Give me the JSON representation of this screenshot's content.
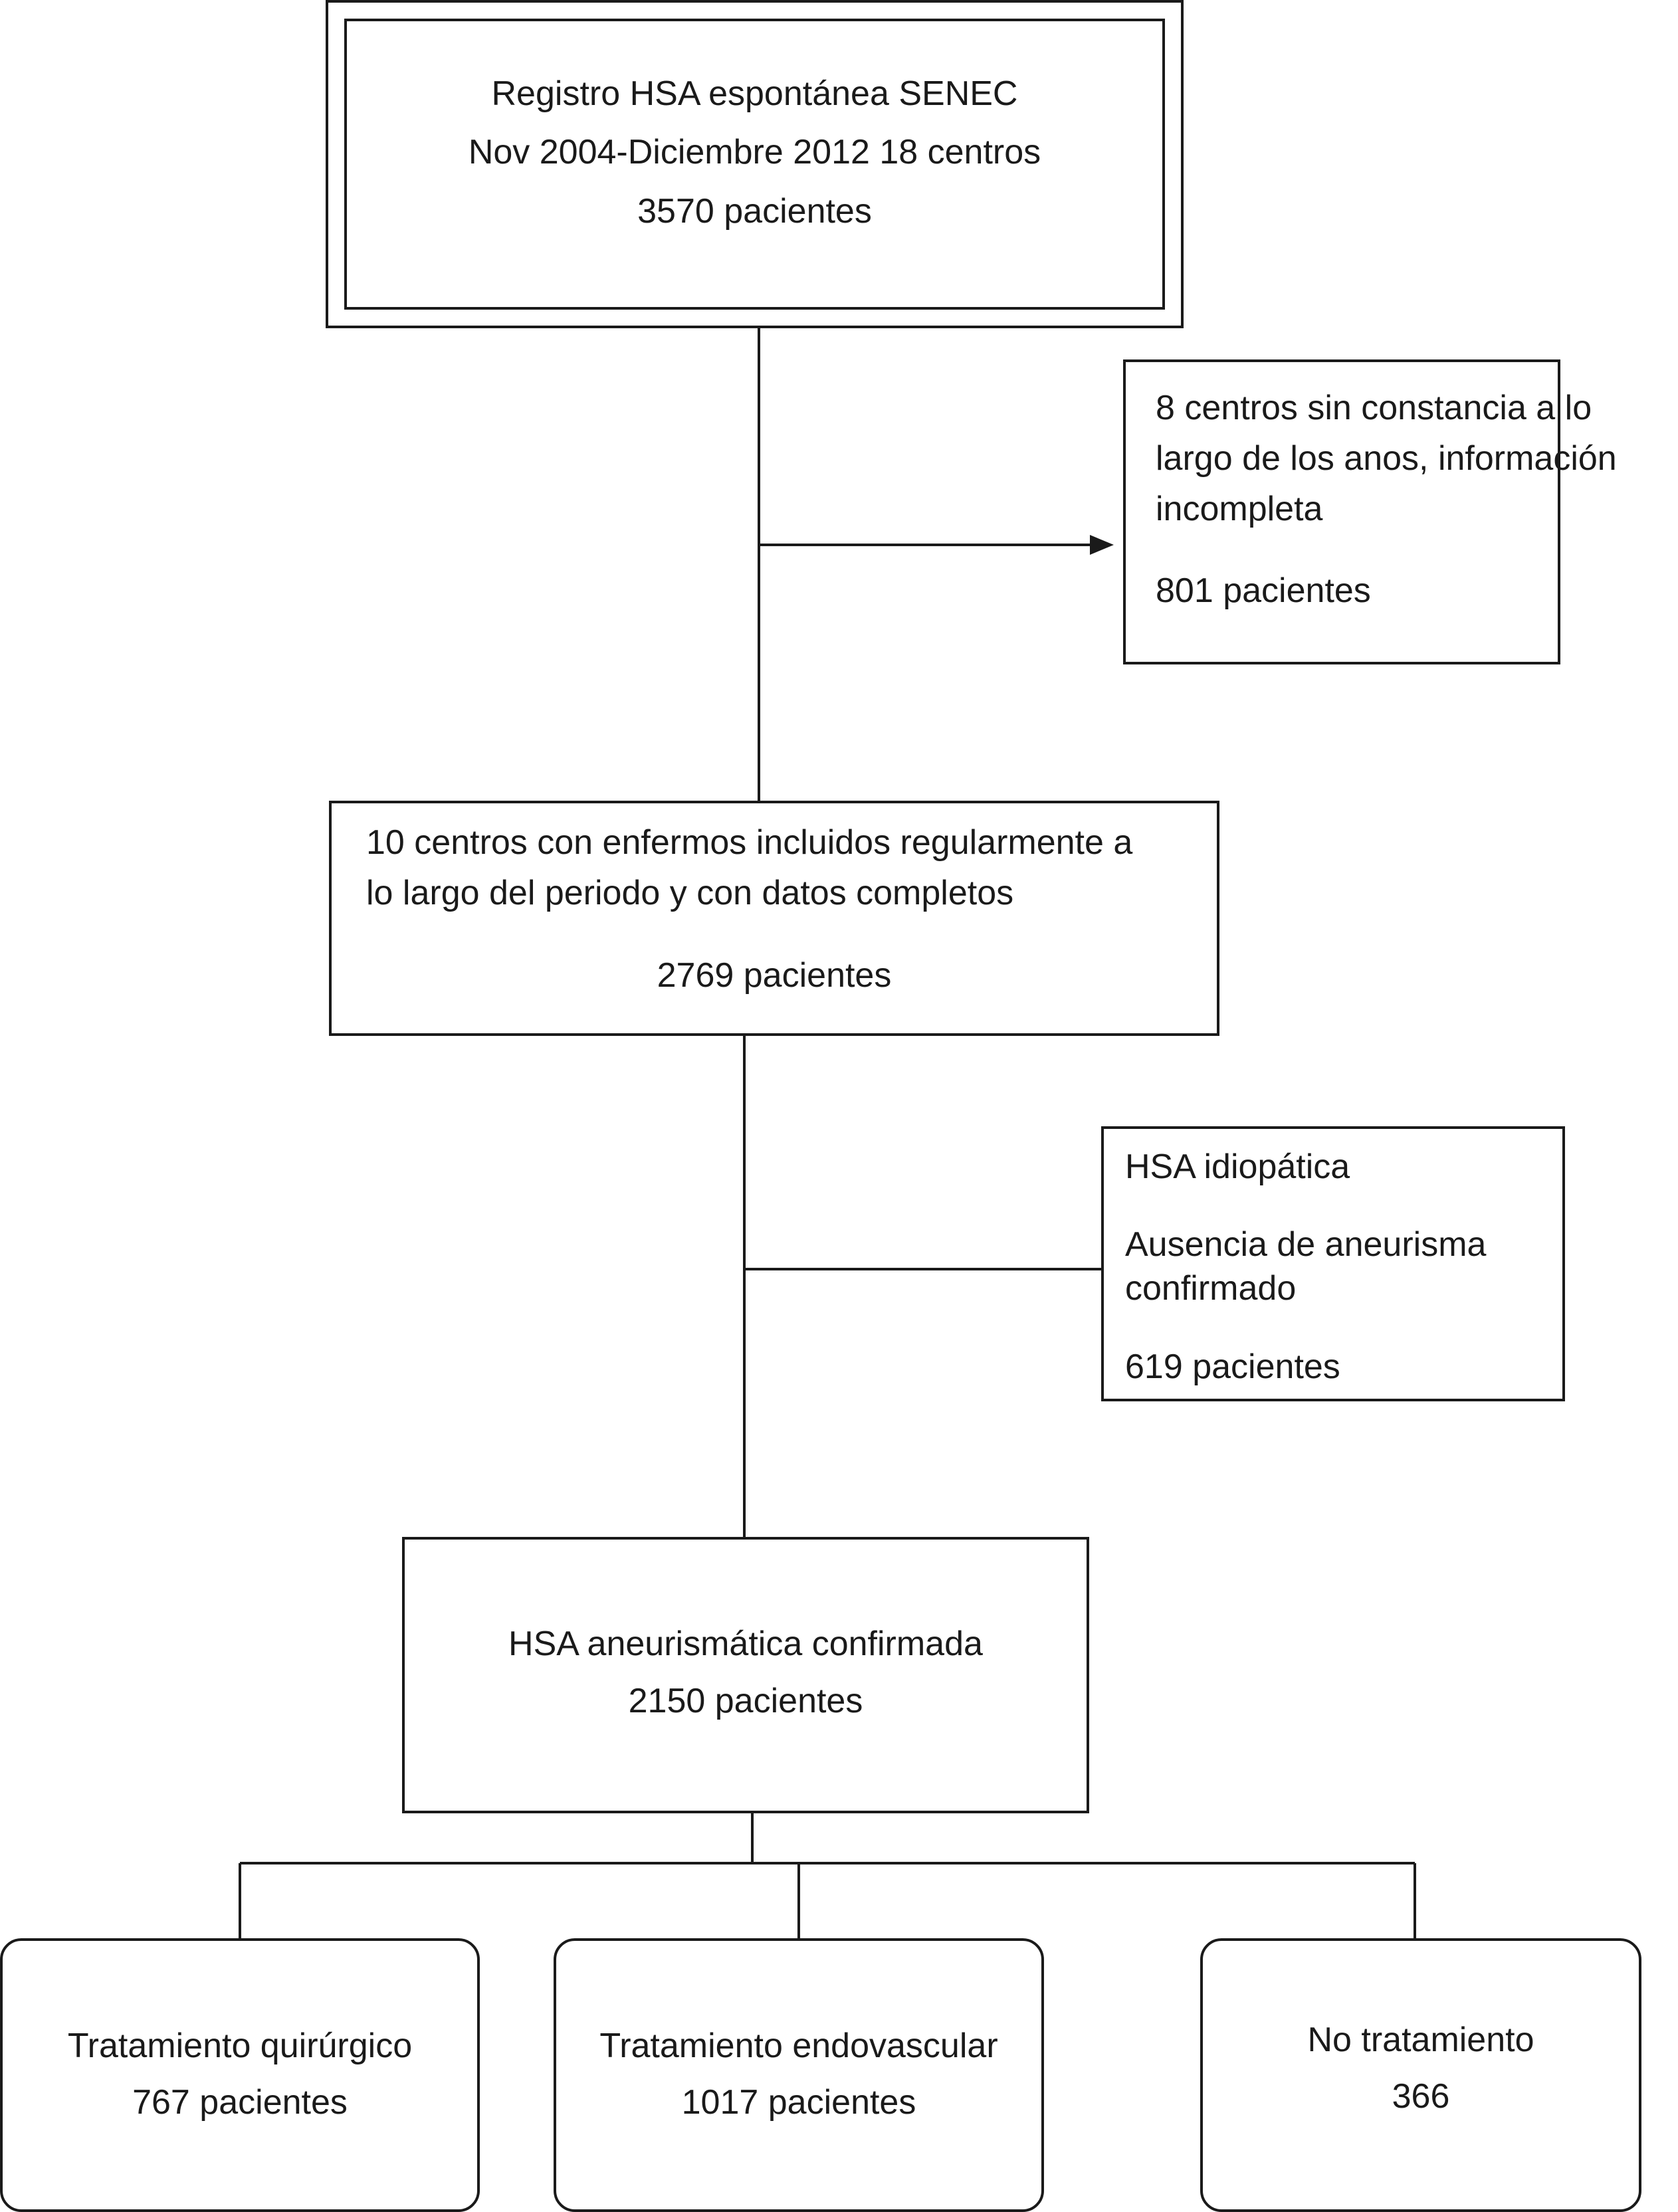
{
  "registry": {
    "line1": "Registro HSA espontánea SENEC",
    "line2": "Nov 2004-Diciembre 2012 18 centros",
    "line3": "3570 pacientes"
  },
  "excluded_centers": {
    "line1": "8 centros sin constancia a lo",
    "line2": "largo de los anos, información",
    "line3": "incompleta",
    "count": "801 pacientes"
  },
  "included_centers": {
    "line1": "10 centros con enfermos incluidos regularmente a",
    "line2": "lo largo del periodo y con datos completos",
    "count": "2769 pacientes"
  },
  "idiopathic": {
    "line1": "HSA idiopática",
    "line2": "Ausencia de aneurisma",
    "line3": "confirmado",
    "count": "619 pacientes"
  },
  "aneurysmal": {
    "line1": "HSA aneurismática confirmada",
    "count": "2150 pacientes"
  },
  "treatments": [
    {
      "label": "Tratamiento quirúrgico",
      "count": "767 pacientes"
    },
    {
      "label": "Tratamiento endovascular",
      "count": "1017 pacientes"
    },
    {
      "label": "No tratamiento",
      "count": "366"
    }
  ],
  "colors": {
    "stroke": "#1a1a1a",
    "background": "#ffffff"
  }
}
